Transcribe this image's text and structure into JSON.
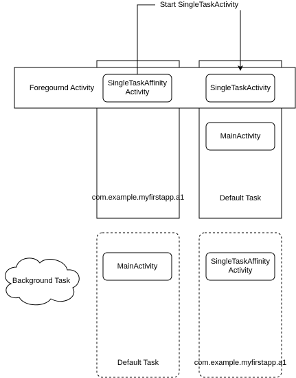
{
  "edge_label": "Start SingleTaskActivity",
  "foreground": {
    "label": "Foregournd Activity",
    "left_activity": {
      "line1": "SingleTaskAffinity",
      "line2": "Activity"
    },
    "right_activity": "SingleTaskActivity"
  },
  "tasks_top": {
    "left_label": "com.example.myfirstapp.a1",
    "right_label": "Default Task",
    "right_activity": "MainActivity"
  },
  "background": {
    "label": "Background Task",
    "left_task": {
      "activity": "MainActivity",
      "label": "Default Task"
    },
    "right_task": {
      "activity_line1": "SingleTaskAffinity",
      "activity_line2": "Activity",
      "label": "com.example.myfirstapp.a1"
    }
  }
}
